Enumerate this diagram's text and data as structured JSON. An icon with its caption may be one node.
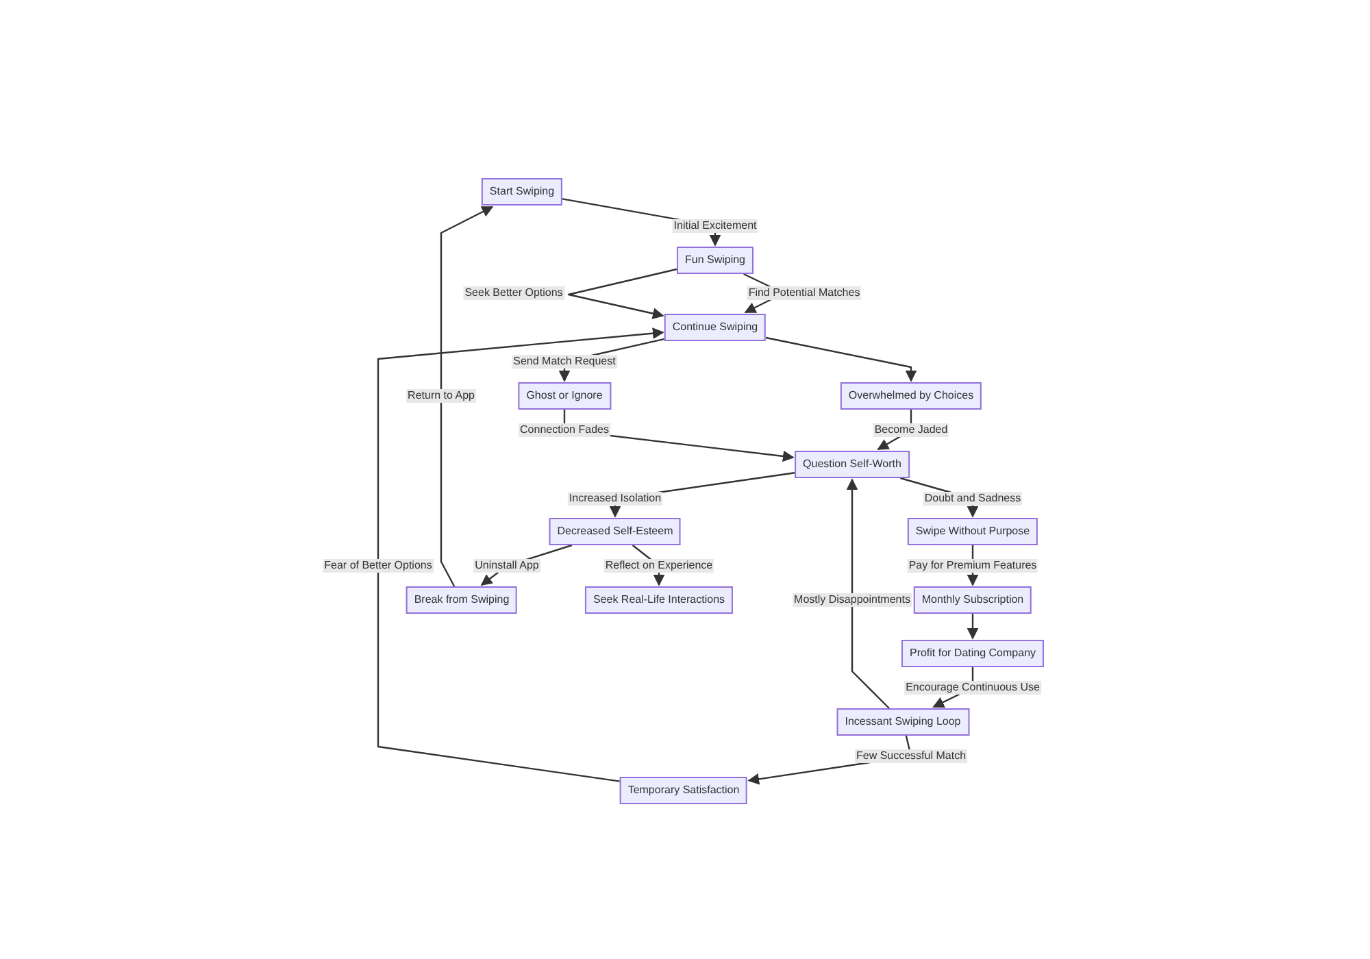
{
  "diagram": {
    "nodes": [
      {
        "text": [
          "Start Swiping"
        ]
      },
      {
        "text": [
          "Fun Swiping"
        ]
      },
      {
        "text": [
          "Continue Swiping"
        ]
      },
      {
        "text": [
          "Ghost or Ignore"
        ]
      },
      {
        "text": [
          "Overwhelmed by Choices"
        ]
      },
      {
        "text": [
          "Question Self-Worth"
        ]
      },
      {
        "text": [
          "Decreased Self-Esteem"
        ]
      },
      {
        "text": [
          "Swipe Without Purpose"
        ]
      },
      {
        "text": [
          "Break from Swiping"
        ]
      },
      {
        "text": [
          "Seek Real-Life Interactions"
        ]
      },
      {
        "text": [
          "Monthly Subscription"
        ]
      },
      {
        "text": [
          "Profit for Dating Company"
        ]
      },
      {
        "text": [
          "Incessant Swiping Loop"
        ]
      },
      {
        "text": [
          "Temporary Satisfaction"
        ]
      }
    ],
    "edges": [
      {
        "from": 0,
        "to": 1,
        "arrow": "to",
        "label": "Initial Excitement"
      },
      {
        "from": 1,
        "to": 2,
        "arrow": "to",
        "label": "Seek Better Options"
      },
      {
        "from": 1,
        "to": 2,
        "arrow": "to",
        "label": "Find Potential Matches"
      },
      {
        "from": 2,
        "to": 3,
        "arrow": "to",
        "label": "Send Match Request"
      },
      {
        "from": 2,
        "to": 4,
        "arrow": "to"
      },
      {
        "from": 3,
        "to": 5,
        "arrow": "to",
        "label": "Connection Fades"
      },
      {
        "from": 4,
        "to": 5,
        "arrow": "to",
        "label": "Become Jaded"
      },
      {
        "from": 5,
        "to": 6,
        "arrow": "to",
        "label": "Increased Isolation"
      },
      {
        "from": 5,
        "to": 7,
        "arrow": "to",
        "label": "Doubt and Sadness"
      },
      {
        "from": 6,
        "to": 8,
        "arrow": "to",
        "label": "Uninstall App"
      },
      {
        "from": 6,
        "to": 9,
        "arrow": "to",
        "label": "Reflect on Experience"
      },
      {
        "from": 7,
        "to": 10,
        "arrow": "to",
        "label": "Pay for Premium Features"
      },
      {
        "from": 10,
        "to": 11,
        "arrow": "to"
      },
      {
        "from": 11,
        "to": 12,
        "arrow": "to",
        "label": "Encourage Continuous Use"
      },
      {
        "from": 12,
        "to": 5,
        "arrow": "to",
        "label": "Mostly Disappointments"
      },
      {
        "from": 12,
        "to": 13,
        "arrow": "to",
        "label": "Few Successful Match"
      },
      {
        "from": 13,
        "to": 2,
        "arrow": "to",
        "label": "Fear of Better Options"
      },
      {
        "from": 8,
        "to": 0,
        "arrow": "to",
        "label": "Return to App"
      }
    ]
  }
}
